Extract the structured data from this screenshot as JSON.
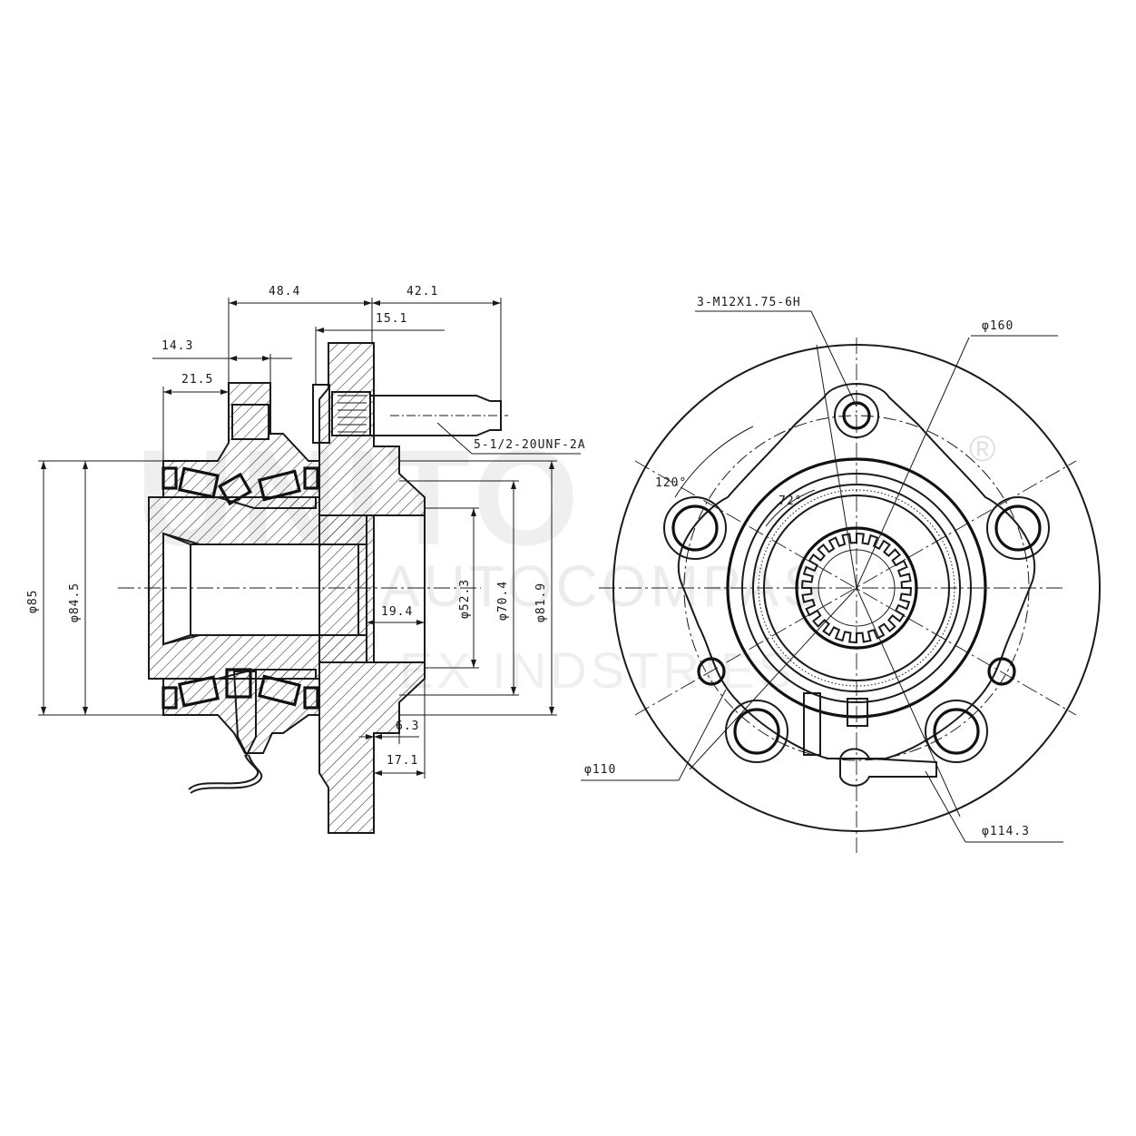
{
  "watermark": {
    "brand": "UNITO",
    "line1": "AUTOCOMPAS",
    "line2": "EX INDSTRIES",
    "registered": "®"
  },
  "side_view": {
    "dims": {
      "d_48_4": "48.4",
      "d_42_1": "42.1",
      "d_15_1": "15.1",
      "d_14_3": "14.3",
      "d_21_5": "21.5",
      "thread": "5-1/2-20UNF-2A",
      "phi85": "φ85",
      "phi84_5": "φ84.5",
      "d_19_4": "19.4",
      "phi52_3": "φ52.3",
      "phi70_4": "φ70.4",
      "phi81_9": "φ81.9",
      "d_6_3": "6.3",
      "d_17_1": "17.1"
    }
  },
  "front_view": {
    "dims": {
      "bolt_thread": "3-M12X1.75-6H",
      "phi160": "φ160",
      "angle120": "120°",
      "angle72": "72°",
      "phi110": "φ110",
      "phi114_3": "φ114.3"
    }
  }
}
